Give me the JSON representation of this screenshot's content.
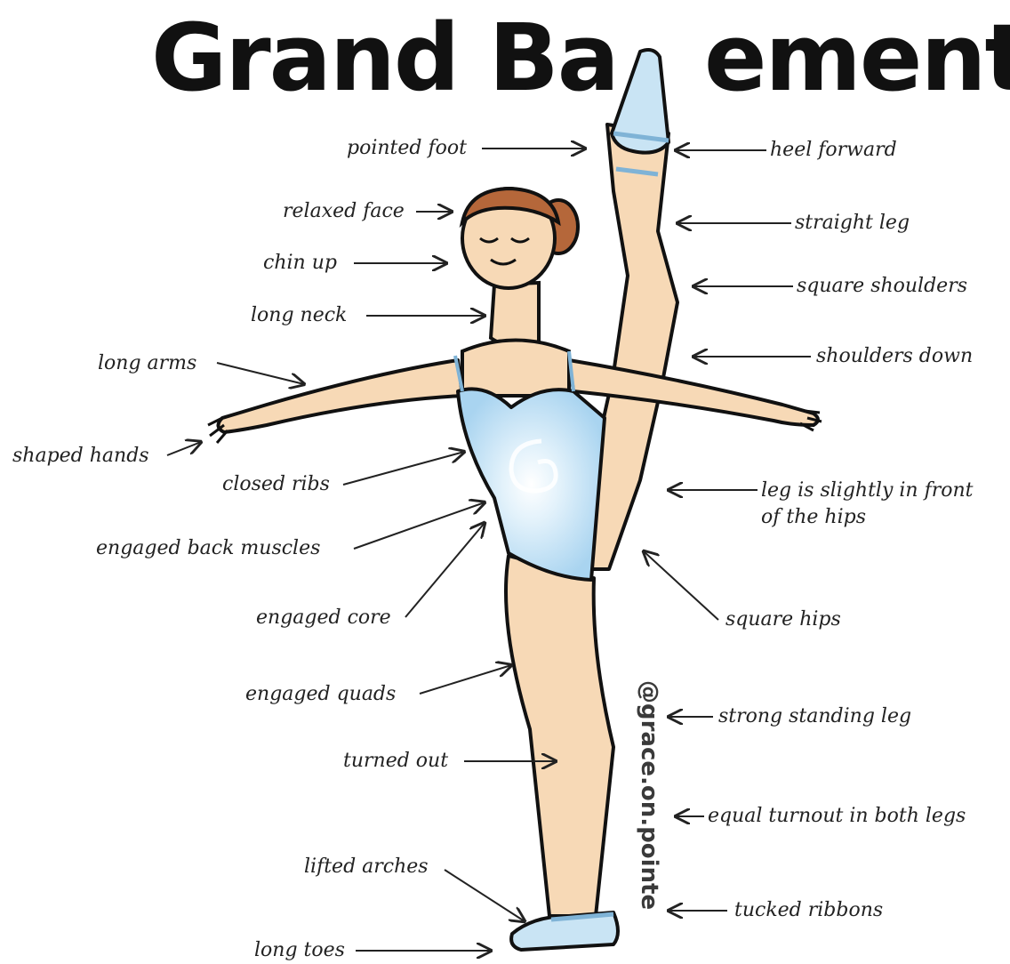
{
  "title": {
    "part1": "Grand Ba",
    "part2": "ement"
  },
  "watermark": "@grace.on.pointe",
  "labels": {
    "pointed_foot": "pointed foot",
    "heel_forward": "heel forward",
    "relaxed_face": "relaxed face",
    "straight_leg": "straight leg",
    "chin_up": "chin up",
    "square_shoulders": "square shoulders",
    "long_neck": "long neck",
    "shoulders_down": "shoulders down",
    "long_arms": "long arms",
    "shaped_hands": "shaped hands",
    "closed_ribs": "closed ribs",
    "leg_in_front": "leg is slightly in front of the hips",
    "engaged_back": "engaged back muscles",
    "square_hips": "square hips",
    "engaged_core": "engaged core",
    "engaged_quads": "engaged quads",
    "strong_leg": "strong standing leg",
    "turned_out": "turned out",
    "equal_turnout": "equal turnout in both legs",
    "lifted_arches": "lifted arches",
    "tucked_ribbons": "tucked ribbons",
    "long_toes": "long toes"
  },
  "colors": {
    "skin": "#f7d9b6",
    "leotard": "#bfe0f5",
    "shoes": "#c9e4f4",
    "hair": "#b5673a",
    "outline": "#111111"
  }
}
